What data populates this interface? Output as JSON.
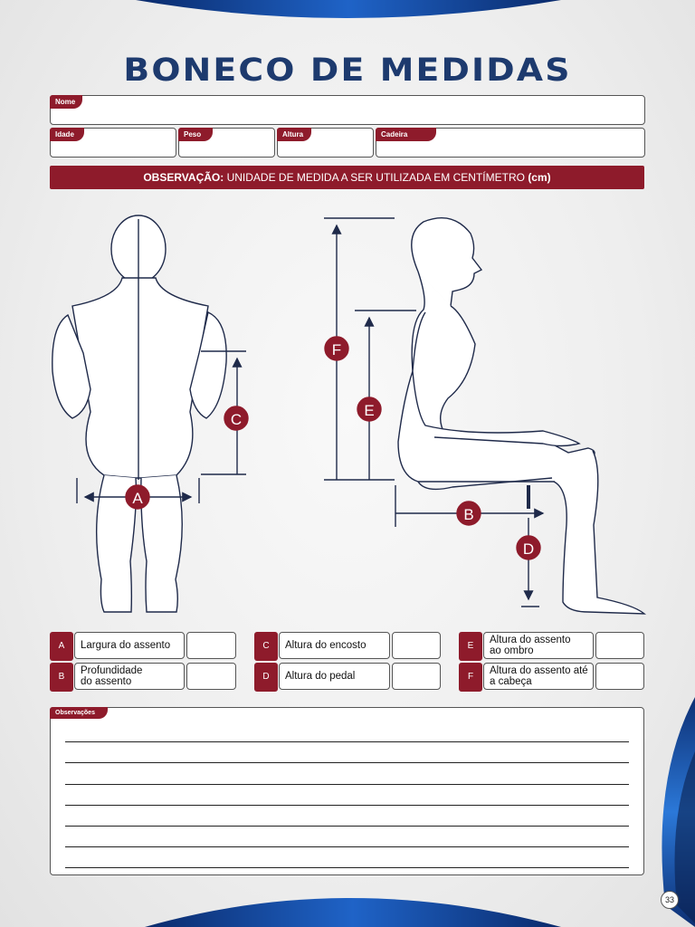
{
  "title": "BONECO DE MEDIDAS",
  "fields": {
    "nome": "Nome",
    "idade": "Idade",
    "peso": "Peso",
    "altura": "Altura",
    "cadeira": "Cadeira"
  },
  "observation_bar": {
    "label": "OBSERVAÇÃO:",
    "text": " UNIDADE DE MEDIDA A SER UTILIZADA EM CENTÍMETRO ",
    "unit": "(cm)"
  },
  "diagram_markers": {
    "a": "A",
    "b": "B",
    "c": "C",
    "d": "D",
    "e": "E",
    "f": "F"
  },
  "legend": [
    {
      "letter": "A",
      "label": "Largura do assento"
    },
    {
      "letter": "B",
      "label": "Profundidade\ndo assento"
    },
    {
      "letter": "C",
      "label": "Altura do encosto"
    },
    {
      "letter": "D",
      "label": "Altura do pedal"
    },
    {
      "letter": "E",
      "label": "Altura do assento\nao ombro"
    },
    {
      "letter": "F",
      "label": "Altura do assento até\na cabeça"
    }
  ],
  "notes_label": "Observações",
  "page_number": "33",
  "colors": {
    "accent": "#8e1b2b",
    "title": "#1d3a6e",
    "line": "#1f2a4a"
  }
}
